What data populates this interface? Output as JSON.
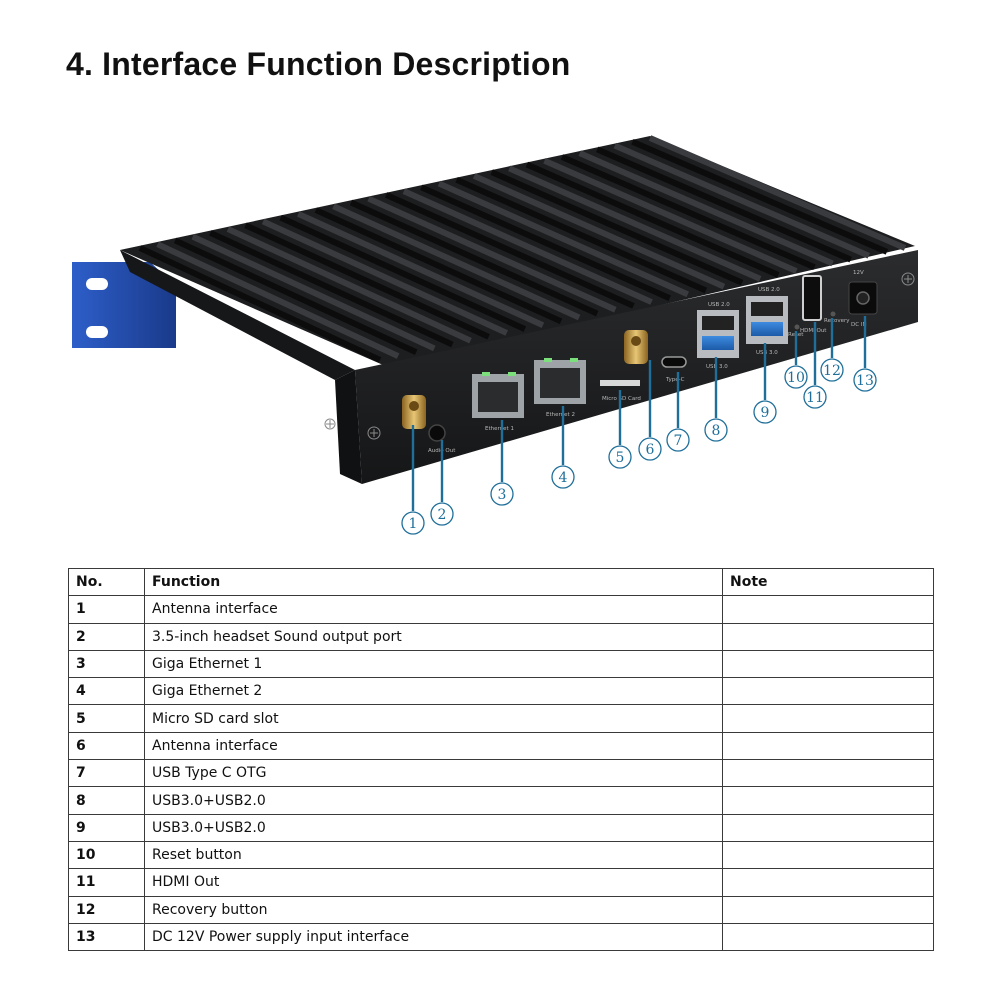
{
  "heading": "4. Interface Function Description",
  "photo": {
    "port_labels": {
      "audio_out": "Audio Out",
      "ethernet1": "Ethernet 1",
      "ethernet2": "Ethernet 2",
      "micro_sd": "Micro SD Card",
      "type_c": "Type-C",
      "usb_a": "USB 3.0",
      "usb_a2": "USB 2.0",
      "usb_b": "USB 3.0",
      "usb_b2": "USB 2.0",
      "reset": "Reset",
      "hdmi": "HDMI Out",
      "recovery": "Recovery",
      "dc_in": "DC IN",
      "dc_volt": "12V"
    },
    "callouts": [
      "1",
      "2",
      "3",
      "4",
      "5",
      "6",
      "7",
      "8",
      "9",
      "10",
      "11",
      "12",
      "13"
    ]
  },
  "table": {
    "headers": [
      "No.",
      "Function",
      "Note"
    ],
    "rows": [
      {
        "no": "1",
        "function": "Antenna interface",
        "note": ""
      },
      {
        "no": "2",
        "function": "3.5-inch headset Sound output port",
        "note": ""
      },
      {
        "no": "3",
        "function": "Giga Ethernet 1",
        "note": ""
      },
      {
        "no": "4",
        "function": "Giga Ethernet 2",
        "note": ""
      },
      {
        "no": "5",
        "function": "Micro SD card slot",
        "note": ""
      },
      {
        "no": "6",
        "function": "Antenna interface",
        "note": ""
      },
      {
        "no": "7",
        "function": "USB Type C OTG",
        "note": ""
      },
      {
        "no": "8",
        "function": "USB3.0+USB2.0",
        "note": ""
      },
      {
        "no": "9",
        "function": "USB3.0+USB2.0",
        "note": ""
      },
      {
        "no": "10",
        "function": "Reset button",
        "note": ""
      },
      {
        "no": "11",
        "function": "HDMI Out",
        "note": ""
      },
      {
        "no": "12",
        "function": "Recovery button",
        "note": ""
      },
      {
        "no": "13",
        "function": "DC 12V Power supply input interface",
        "note": ""
      }
    ]
  }
}
